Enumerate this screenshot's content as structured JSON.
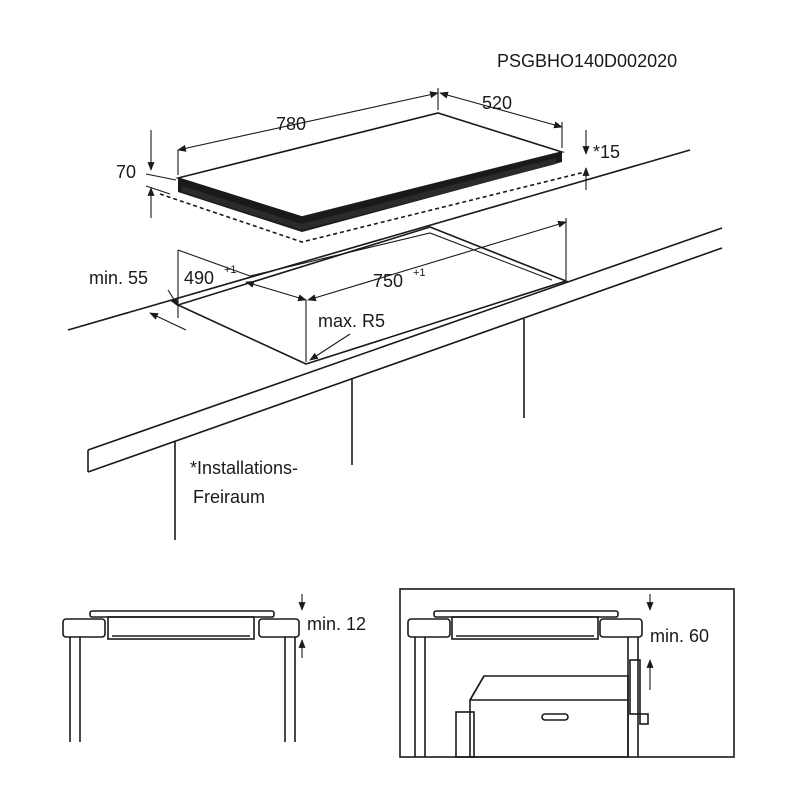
{
  "diagram": {
    "code": "PSGBHO140D002020",
    "dimensions": {
      "width": "780",
      "depth": "520",
      "height": "70",
      "clearance": "*15",
      "min_front": "min. 55",
      "cutout_depth": "490",
      "cutout_depth_tol": "+1",
      "cutout_width": "750",
      "cutout_width_tol": "+1",
      "radius": "max. R5"
    },
    "note": {
      "line1": "*Installations-",
      "line2": "Freiraum"
    },
    "detail_left": {
      "label": "min. 12"
    },
    "detail_right": {
      "label": "min. 60"
    },
    "colors": {
      "line": "#1a1a1a",
      "background": "#ffffff"
    }
  }
}
